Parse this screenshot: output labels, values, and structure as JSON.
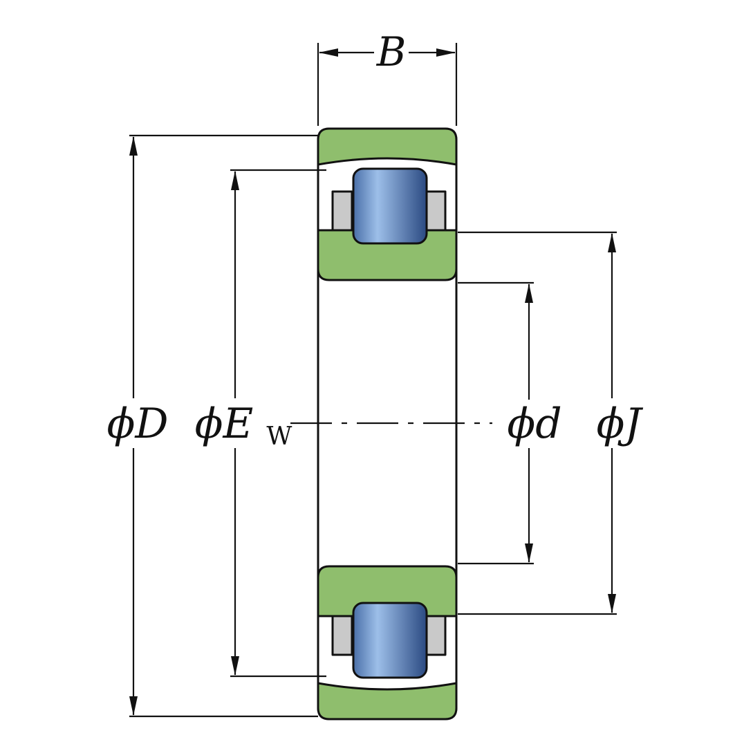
{
  "diagram": {
    "dimensions": {
      "B": {
        "label": "B"
      },
      "D": {
        "label": "ϕD"
      },
      "E": {
        "label": "ϕE",
        "subscript": "W"
      },
      "d": {
        "label": "ϕd"
      },
      "J": {
        "label": "ϕJ"
      }
    },
    "colors": {
      "background": "#ffffff",
      "outline": "#111111",
      "ring_green": "#8FBE6D",
      "cage_gray": "#C9C9C9",
      "roller_blue_left": "#4A6FA8",
      "roller_blue_light": "#9DBFE9",
      "roller_blue_dark": "#2B4A82"
    }
  }
}
